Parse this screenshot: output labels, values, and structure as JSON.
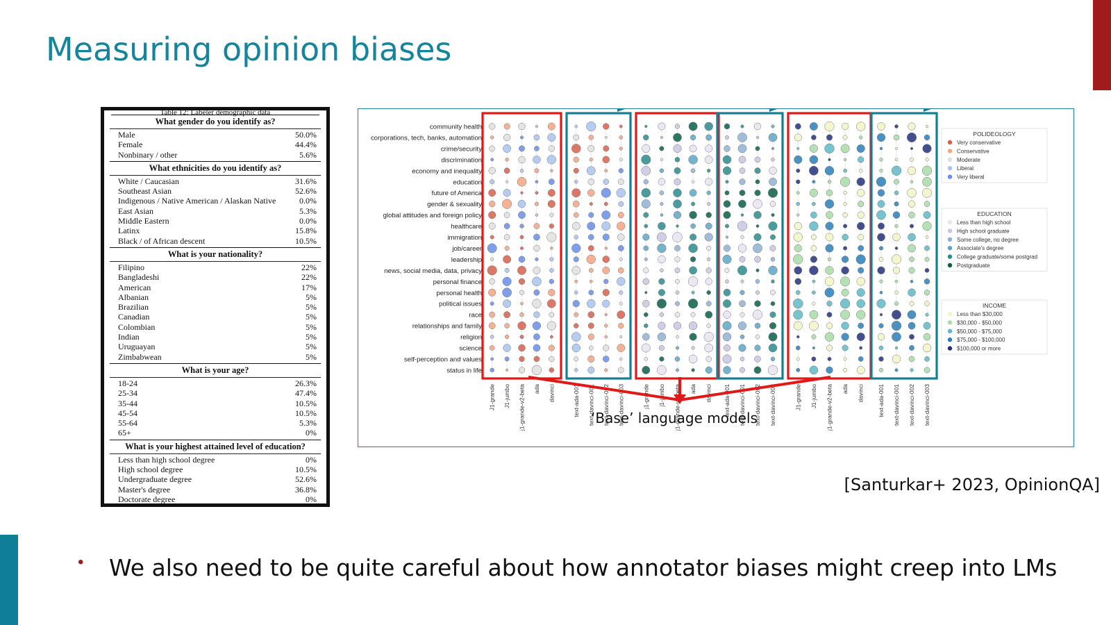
{
  "slide": {
    "title": "Measuring opinion biases",
    "citation": "[Santurkar+ 2023, OpinionQA]",
    "bullet": "We also need to be quite careful about how annotator biases might creep into LMs",
    "colors": {
      "title": "#16849c",
      "accent_red": "#a01c1c",
      "accent_teal": "#0f7f98"
    }
  },
  "demographics": {
    "caption": "Table 12: Labeler demographic data",
    "sections": [
      {
        "title": "What gender do you identify as?",
        "rows": [
          [
            "Male",
            "50.0%"
          ],
          [
            "Female",
            "44.4%"
          ],
          [
            "Nonbinary / other",
            "5.6%"
          ]
        ]
      },
      {
        "title": "What ethnicities do you identify as?",
        "rows": [
          [
            "White / Caucasian",
            "31.6%"
          ],
          [
            "Southeast Asian",
            "52.6%"
          ],
          [
            "Indigenous / Native American / Alaskan Native",
            "0.0%"
          ],
          [
            "East Asian",
            "5.3%"
          ],
          [
            "Middle Eastern",
            "0.0%"
          ],
          [
            "Latinx",
            "15.8%"
          ],
          [
            "Black / of African descent",
            "10.5%"
          ]
        ]
      },
      {
        "title": "What is your nationality?",
        "rows": [
          [
            "Filipino",
            "22%"
          ],
          [
            "Bangladeshi",
            "22%"
          ],
          [
            "American",
            "17%"
          ],
          [
            "Albanian",
            "5%"
          ],
          [
            "Brazilian",
            "5%"
          ],
          [
            "Canadian",
            "5%"
          ],
          [
            "Colombian",
            "5%"
          ],
          [
            "Indian",
            "5%"
          ],
          [
            "Uruguayan",
            "5%"
          ],
          [
            "Zimbabwean",
            "5%"
          ]
        ]
      },
      {
        "title": "What is your age?",
        "rows": [
          [
            "18-24",
            "26.3%"
          ],
          [
            "25-34",
            "47.4%"
          ],
          [
            "35-44",
            "10.5%"
          ],
          [
            "45-54",
            "10.5%"
          ],
          [
            "55-64",
            "5.3%"
          ],
          [
            "65+",
            "0%"
          ]
        ]
      },
      {
        "title": "What is your highest attained level of education?",
        "rows": [
          [
            "Less than high school degree",
            "0%"
          ],
          [
            "High school degree",
            "10.5%"
          ],
          [
            "Undergraduate degree",
            "52.6%"
          ],
          [
            "Master's degree",
            "36.8%"
          ],
          [
            "Doctorate degree",
            "0%"
          ]
        ]
      }
    ]
  },
  "chart_data": {
    "type": "scatter",
    "topics": [
      "community health",
      "corporations, tech, banks, automation",
      "crime/security",
      "discrimination",
      "economy and inequality",
      "education",
      "future of America",
      "gender & sexuality",
      "global attitudes and foreign policy",
      "healthcare",
      "immigration",
      "job/career",
      "leadership",
      "news, social media, data, privacy",
      "personal finance",
      "personal health",
      "political issues",
      "race",
      "relationships and family",
      "religion",
      "science",
      "self-perception and values",
      "status in life"
    ],
    "panels": [
      {
        "legend": "POLIDEOLOGY",
        "group": "base",
        "models": [
          "J1-grande",
          "J1-jumbo",
          "j1-grande-v2-beta",
          "ada",
          "davinci"
        ]
      },
      {
        "legend": "POLIDEOLOGY",
        "group": "tuned",
        "models": [
          "text-ada-001",
          "text-davinci-001",
          "text-davinci-002",
          "text-davinci-003"
        ]
      },
      {
        "legend": "EDUCATION",
        "group": "base",
        "models": [
          "j1-grande",
          "j1-jumbo",
          "j1-grande-v2-beta",
          "ada",
          "davinci"
        ]
      },
      {
        "legend": "EDUCATION",
        "group": "tuned",
        "models": [
          "text-ada-001",
          "text-davinci-001",
          "text-davinci-002",
          "text-davinci-003"
        ]
      },
      {
        "legend": "INCOME",
        "group": "base",
        "models": [
          "J1-grande",
          "J1-jumbo",
          "j1-grande-v2-beta",
          "ada",
          "davinci"
        ]
      },
      {
        "legend": "INCOME",
        "group": "tuned",
        "models": [
          "text-ada-001",
          "text-davinci-001",
          "text-davinci-002",
          "text-davinci-003"
        ]
      }
    ],
    "legends": [
      {
        "title": "POLIDEOLOGY",
        "entries": [
          [
            "Very conservative",
            "#d6604d"
          ],
          [
            "Conservative",
            "#f4a582"
          ],
          [
            "Moderate",
            "#e0e0e0"
          ],
          [
            "Liberal",
            "#a9c4ee"
          ],
          [
            "Very liberal",
            "#6a8ee8"
          ]
        ]
      },
      {
        "title": "EDUCATION",
        "entries": [
          [
            "Less than high school",
            "#e8e4f2"
          ],
          [
            "High school graduate",
            "#c9c5e3"
          ],
          [
            "Some college, no degree",
            "#8fb1d4"
          ],
          [
            "Associate's degree",
            "#5ea6c4"
          ],
          [
            "College graduate/some postgrad",
            "#2b8c8c"
          ],
          [
            "Postgraduate",
            "#0c5e4a"
          ]
        ]
      },
      {
        "title": "INCOME",
        "entries": [
          [
            "Less than $30,000",
            "#f2f5c8"
          ],
          [
            "$30,000 - $50,000",
            "#a9dca8"
          ],
          [
            "$50,000 - $75,000",
            "#5fb8c6"
          ],
          [
            "$75,000 - $100,000",
            "#2b7fb8"
          ],
          [
            "$100,000 or more",
            "#23307a"
          ]
        ]
      }
    ],
    "annotation": "‘Base’ language models"
  }
}
